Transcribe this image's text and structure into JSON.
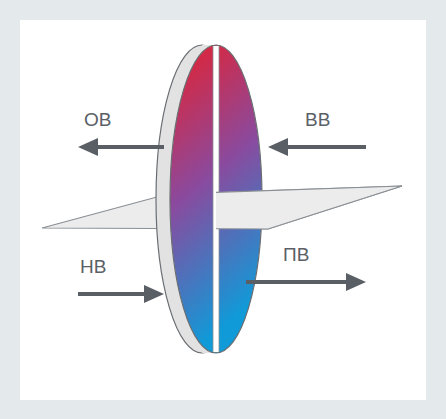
{
  "diagram": {
    "labels": [
      "ОВ",
      "ВВ",
      "НВ",
      "ПВ"
    ]
  }
}
